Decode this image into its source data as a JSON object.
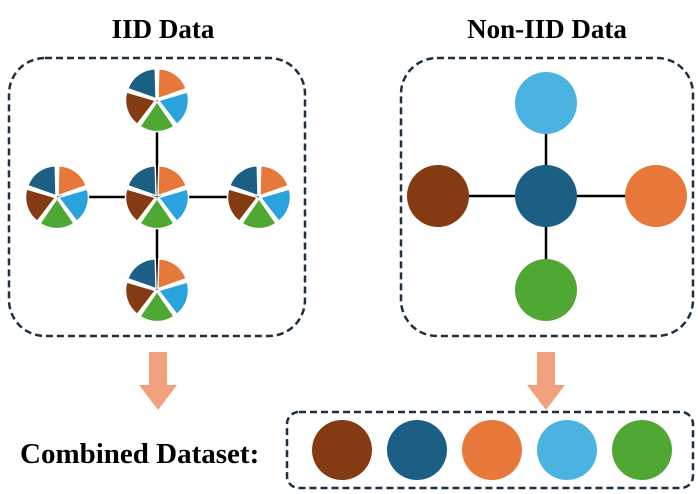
{
  "iid_panel": {
    "title": "IID Data",
    "slice_colors": [
      "#e8773a",
      "#2aa3dc",
      "#4ea833",
      "#843a12",
      "#1c5f84"
    ]
  },
  "non_iid_panel": {
    "title": "Non-IID Data",
    "node_colors": {
      "top": "#4ab3e2",
      "center": "#1c5f84",
      "left": "#843a12",
      "right": "#e8773a",
      "bottom": "#4ea833"
    }
  },
  "combined": {
    "label": "Combined Dataset:",
    "colors": [
      "#843a12",
      "#1c5f84",
      "#e8773a",
      "#4ab3e2",
      "#4ea833"
    ]
  },
  "colors": {
    "box_border": "#1e2f3f",
    "arrow": "#f1a27c",
    "edge": "#000000"
  }
}
